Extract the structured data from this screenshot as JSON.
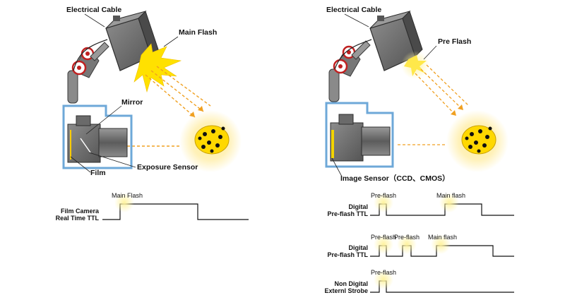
{
  "colors": {
    "housing_blue": "#6ea8d8",
    "flash_yellow": "#ffe100",
    "beam_orange": "#f0a020",
    "sensor_yellow": "#f3d400",
    "camera_gray": "#6f6f6f",
    "fish_yellow": "#ffd800"
  },
  "left_panel": {
    "labels": {
      "electrical_cable": "Electrical Cable",
      "main_flash": "Main Flash",
      "mirror": "Mirror",
      "film": "Film",
      "exposure_sensor": "Exposure Sensor"
    }
  },
  "right_panel": {
    "labels": {
      "electrical_cable": "Electrical Cable",
      "pre_flash": "Pre Flash",
      "image_sensor": "Image Sensor（CCD、CMOS）"
    }
  },
  "timing": [
    {
      "label_line1": "Film Camera",
      "label_line2": "Real Time TTL",
      "pulses": [
        {
          "label": "Main Flash"
        }
      ]
    },
    {
      "label_line1": "Digital",
      "label_line2": "Pre-flash TTL",
      "pulses": [
        {
          "label": "Pre-flash"
        },
        {
          "label": "Main flash"
        }
      ]
    },
    {
      "label_line1": "Digital",
      "label_line2": "Pre-flash TTL",
      "pulses": [
        {
          "label": "Pre-flash"
        },
        {
          "label": "Pre-flash"
        },
        {
          "label": "Main flash"
        }
      ]
    },
    {
      "label_line1": "Non Digital",
      "label_line2": "Externl Strobe",
      "pulses": [
        {
          "label": "Pre-flash"
        }
      ]
    }
  ]
}
